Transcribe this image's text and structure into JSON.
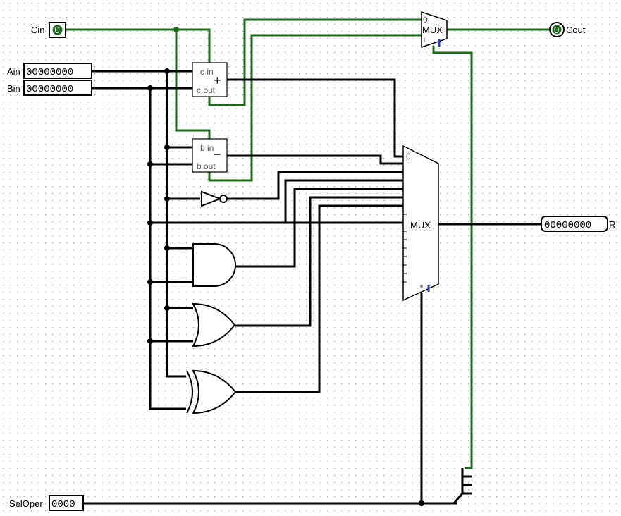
{
  "pins": {
    "cin_label": "Cin",
    "cin_value": "0",
    "ain_label": "Ain",
    "ain_value": "00000000",
    "bin_label": "Bin",
    "bin_value": "00000000",
    "selop_label": "SelOper",
    "selop_value": "0000",
    "cout_label": "Cout",
    "cout_value": "0",
    "r_label": "R",
    "r_value": "00000000"
  },
  "components": {
    "adder_cin": "c in",
    "adder_cout": "c out",
    "adder_op": "+",
    "sub_bin": "b in",
    "sub_bout": "b out",
    "sub_op": "−",
    "mux_main_label": "MUX",
    "mux_main_zero": "0",
    "mux_small_label": "MUX",
    "mux_small_zero": "0",
    "mux_small_one": "1"
  },
  "colors": {
    "wire": "#000000",
    "wire_active": "#1e6b1e",
    "select_mark": "#1f3cc9"
  }
}
